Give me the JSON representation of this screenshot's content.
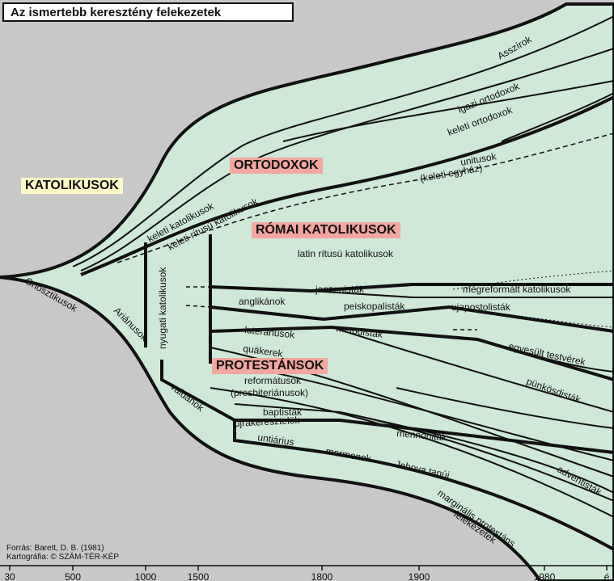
{
  "title": "Az ismertebb keresztény felekezetek",
  "colors": {
    "background": "#c8c8c8",
    "tree_fill": "#cfe8d8",
    "line": "#111111",
    "katolikus_highlight": "#fffbc8",
    "pink_highlight": "#f4a6a0"
  },
  "headings": {
    "katolikusok": "KATOLIKUSOK",
    "ortodoxok": "ORTODOXOK",
    "romai_katolikusok": "RÓMAI KATOLIKUSOK",
    "protestansok": "PROTESTÁNSOK"
  },
  "labels": {
    "asszirok": "Asszírok",
    "igazi_ortodoxok": "igazi ortodoxok",
    "keleti_ortodoxok": "keleti ortodoxok",
    "unitusok_1": "unitusok",
    "unitusok_2": "(keleti egyház)",
    "keleti_katolikusok": "keleti katolikusok",
    "keleti_ritusu": "keleti rítusú katolikusok",
    "latin_ritusu": "latin rítusú katolikusok",
    "gnosztikusok": "Gnosztikusok",
    "arianusok": "Ariánusok",
    "nyugati_katolikusok": "nyugati katolikusok",
    "janzenistak": "janzenisták",
    "megreformalt": "megreformált katolikusok",
    "anglikanok": "anglikánok",
    "peiskopalistak": "peiskopalisták",
    "ujapostolistak": "ujapostolisták",
    "lutheranusok": "luteránusok",
    "metodistak": "metodisták",
    "quakerek": "quäkerek",
    "egyesult_testverek": "egyesült testvérek",
    "reformatusok_1": "reformátusok",
    "reformatusok_2": "(presbiteriánusok)",
    "punkosdistak": "pünkösdisták",
    "valdanok": "valdánok",
    "baptistak": "baptisták",
    "ujrakeresztelok": "újrakeresztelök",
    "mennonitak": "mennoniták",
    "untiarius": "untiárius",
    "mormonok": "mormonok",
    "jehova": "Jehova tanúi",
    "adventistak": "adventisták",
    "marginalis_1": "marginális protestáns",
    "marginalis_2": "felekezetek"
  },
  "credits": {
    "source": "Forrás: Barett, D. B. (1981)",
    "cartography": "Kartográfia: © SZÁM-TÉR-KÉP"
  },
  "axis": {
    "ticks": [
      "30",
      "500",
      "1000",
      "1500",
      "1800",
      "1900",
      "1980",
      "é"
    ]
  }
}
